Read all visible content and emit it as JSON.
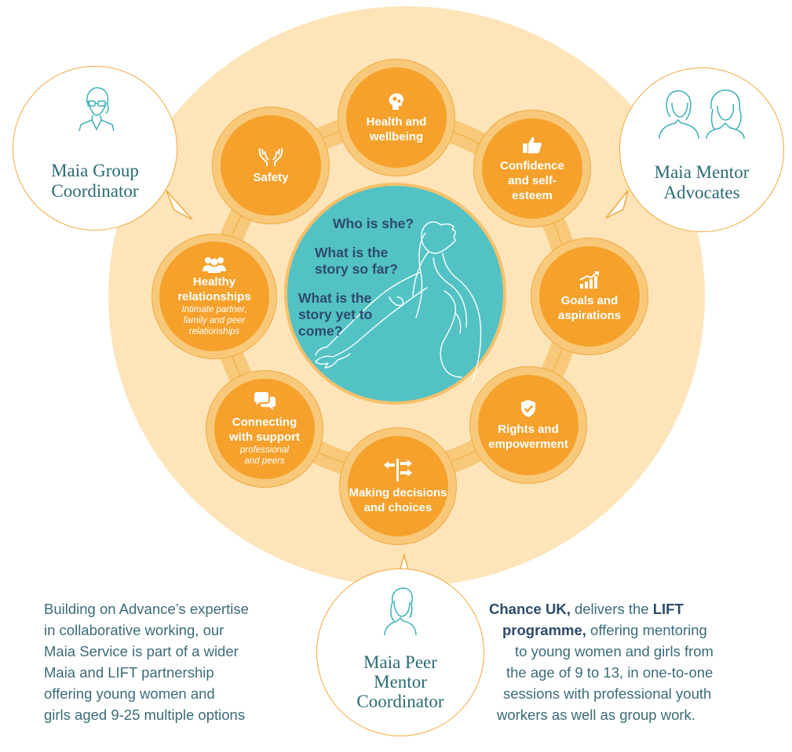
{
  "center": {
    "questions": [
      "Who is she?",
      "What is the story so far?",
      "What is the story yet to come?"
    ],
    "q_lines": [
      [
        "Who is she?"
      ],
      [
        "What is the",
        "story so far?"
      ],
      [
        "What is the",
        "story yet to",
        "come?"
      ]
    ]
  },
  "themes": [
    {
      "key": "health",
      "title_lines": [
        "Health and",
        "wellbeing"
      ],
      "subtitle_lines": [],
      "icon": "brain-gears-icon"
    },
    {
      "key": "confidence",
      "title_lines": [
        "Confidence",
        "and self-",
        "esteem"
      ],
      "subtitle_lines": [],
      "icon": "thumbs-up-icon"
    },
    {
      "key": "goals",
      "title_lines": [
        "Goals and",
        "aspirations"
      ],
      "subtitle_lines": [],
      "icon": "growth-chart-icon"
    },
    {
      "key": "rights",
      "title_lines": [
        "Rights and",
        "empowerment"
      ],
      "subtitle_lines": [],
      "icon": "shield-check-icon"
    },
    {
      "key": "decisions",
      "title_lines": [
        "Making decisions",
        "and choices"
      ],
      "subtitle_lines": [],
      "icon": "signpost-icon"
    },
    {
      "key": "connecting",
      "title_lines": [
        "Connecting",
        "with support"
      ],
      "subtitle_lines": [
        "professional",
        "and peers"
      ],
      "icon": "speech-bubbles-icon"
    },
    {
      "key": "relationships",
      "title_lines": [
        "Healthy",
        "relationships"
      ],
      "subtitle_lines": [
        "Intimate partner,",
        "family and peer",
        "relationships"
      ],
      "icon": "people-group-icon"
    },
    {
      "key": "safety",
      "title_lines": [
        "Safety"
      ],
      "subtitle_lines": [],
      "icon": "caring-hands-icon"
    }
  ],
  "roles": [
    {
      "key": "group",
      "label_lines": [
        "Maia Group",
        "Coordinator"
      ],
      "icon": "woman-glasses-icon"
    },
    {
      "key": "mentor",
      "label_lines": [
        "Maia Mentor",
        "Advocates"
      ],
      "icon": "two-women-icon"
    },
    {
      "key": "peer",
      "label_lines": [
        "Maia Peer",
        "Mentor",
        "Coordinator"
      ],
      "icon": "young-woman-icon"
    }
  ],
  "left_paragraph": {
    "lines": [
      "Building on Advance’s expertise",
      "in collaborative working, our",
      "Maia Service is part of a wider",
      "Maia and LIFT partnership",
      "offering young women and",
      "girls aged 9-25 multiple options"
    ]
  },
  "right_paragraph": {
    "line1_bold": "Chance UK,",
    "line1_rest": " delivers the ",
    "line1_bold2": "LIFT",
    "line2_bold": "programme,",
    "line2_rest": " offering mentoring",
    "lines": [
      "to young women and girls from",
      "the age of 9 to 13, in one-to-one",
      "sessions with professional youth",
      "workers as well as group work."
    ]
  },
  "colors": {
    "orange": "#f5a12b",
    "peach": "#fde4b9",
    "teal": "#53c2c5",
    "navy": "#2d4b6a",
    "role_text": "#2a6b74"
  }
}
